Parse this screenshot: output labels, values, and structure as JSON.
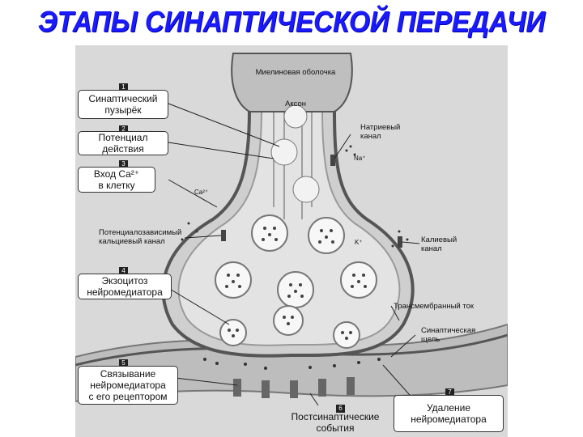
{
  "title": "ЭТАПЫ СИНАПТИЧЕСКОЙ ПЕРЕДАЧИ",
  "steps": [
    {
      "num": "1",
      "label": "Синаптический\nпузырёк"
    },
    {
      "num": "2",
      "label": "Потенциал\nдействия"
    },
    {
      "num": "3",
      "label": "Вход Ca²⁺\nв клетку"
    },
    {
      "num": "4",
      "label": "Экзоцитоз\nнейромедиатора"
    },
    {
      "num": "5",
      "label": "Связывание\nнейромедиатора\nс его рецептором"
    },
    {
      "num": "6",
      "label": "Постсинаптические\nсобытия"
    },
    {
      "num": "7",
      "label": "Удаление\nнейромедиатора"
    }
  ],
  "labels": {
    "myelin": "Миелиновая оболочка",
    "axon": "Аксон",
    "sodium_channel": "Натриевый\nканал",
    "sodium_ion": "Na⁺",
    "calcium_ion": "Ca²⁺",
    "calcium_channel": "Потенциалозависимый\nкальциевый канал",
    "potassium_channel": "Калиевый\nканал",
    "potassium_ion": "K⁺",
    "transmembrane_current": "Трансмембранный ток",
    "synaptic_cleft": "Синаптическая\nщель"
  }
}
